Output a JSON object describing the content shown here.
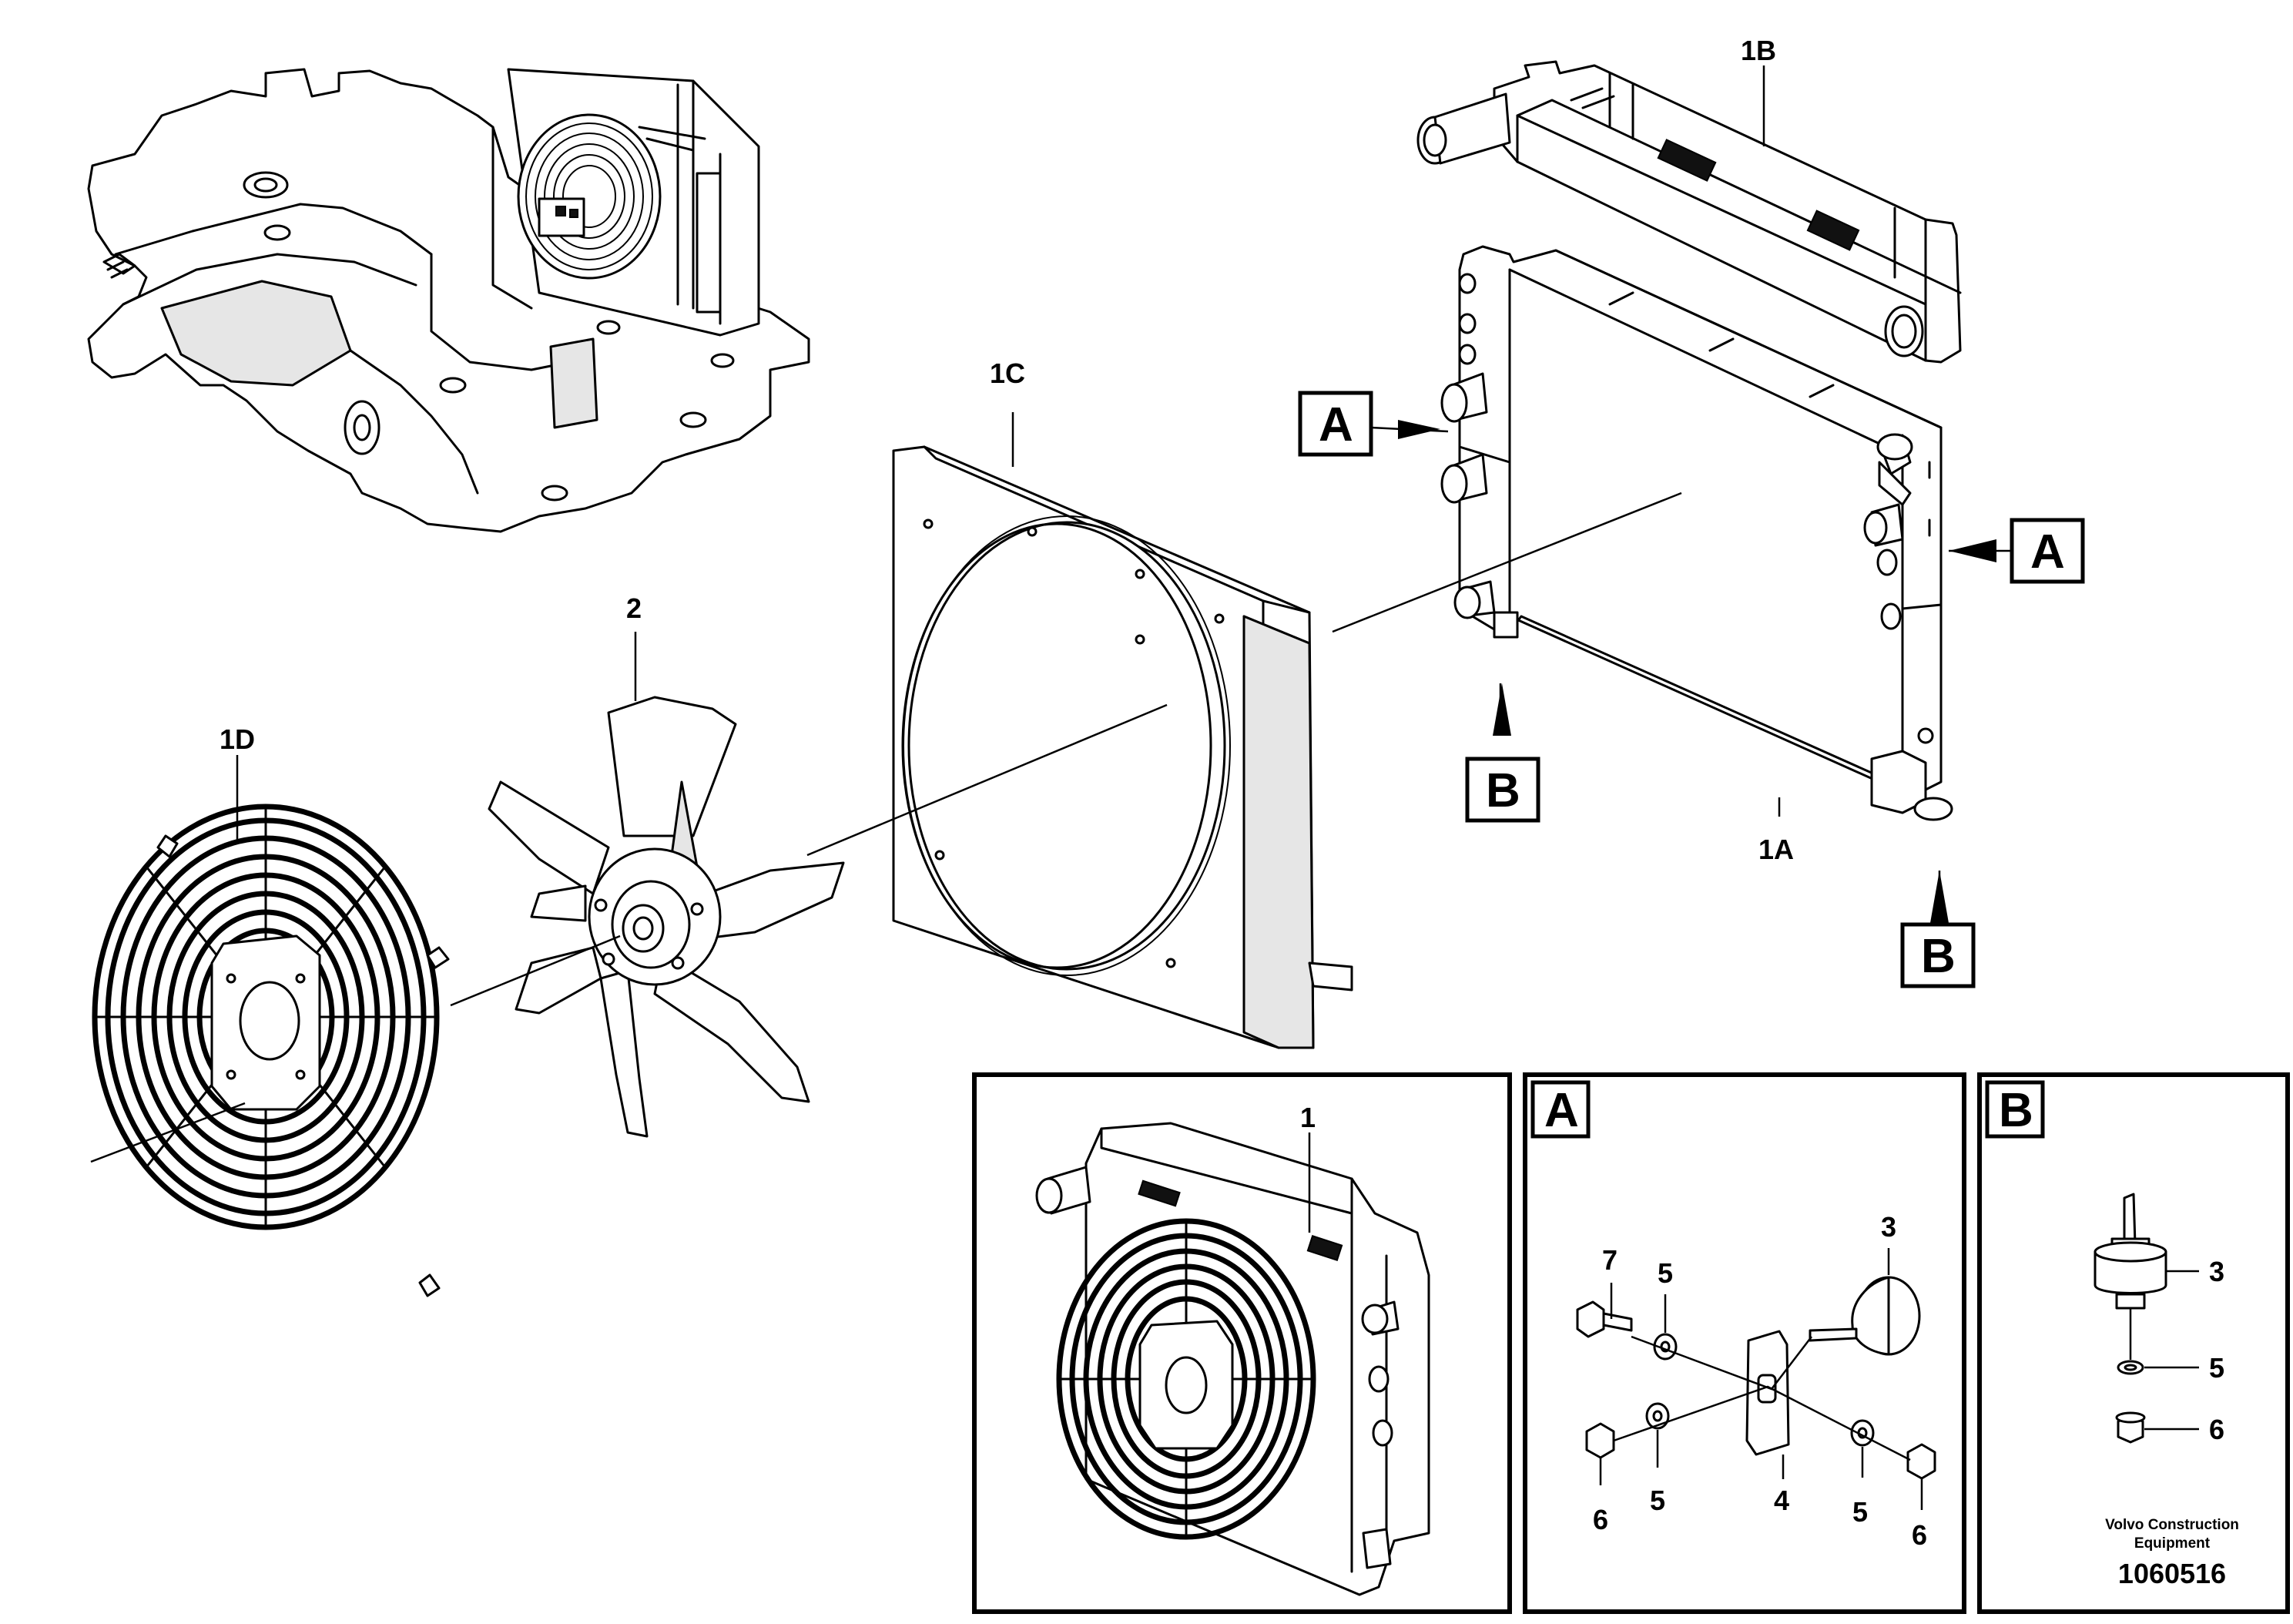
{
  "labels": {
    "p1A": "1A",
    "p1B": "1B",
    "p1C": "1C",
    "p1D": "1D",
    "p2": "2",
    "p1": "1",
    "p3": "3",
    "p4": "4",
    "p5": "5",
    "p6": "6",
    "p7": "7"
  },
  "callouts": {
    "A": "A",
    "B": "B"
  },
  "footer": {
    "company_line1": "Volvo Construction",
    "company_line2": "Equipment",
    "drawing_number": "1060516"
  }
}
